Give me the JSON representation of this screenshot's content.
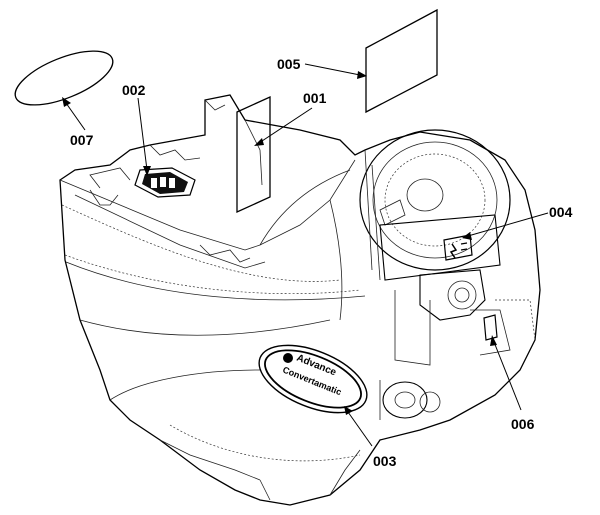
{
  "diagram": {
    "callouts": [
      {
        "id": "001",
        "label": "001"
      },
      {
        "id": "002",
        "label": "002"
      },
      {
        "id": "003",
        "label": "003"
      },
      {
        "id": "004",
        "label": "004"
      },
      {
        "id": "005",
        "label": "005"
      },
      {
        "id": "006",
        "label": "006"
      },
      {
        "id": "007",
        "label": "007"
      }
    ],
    "logo": {
      "brand_line1": "Advance",
      "brand_line2": "Convertamatic"
    }
  }
}
